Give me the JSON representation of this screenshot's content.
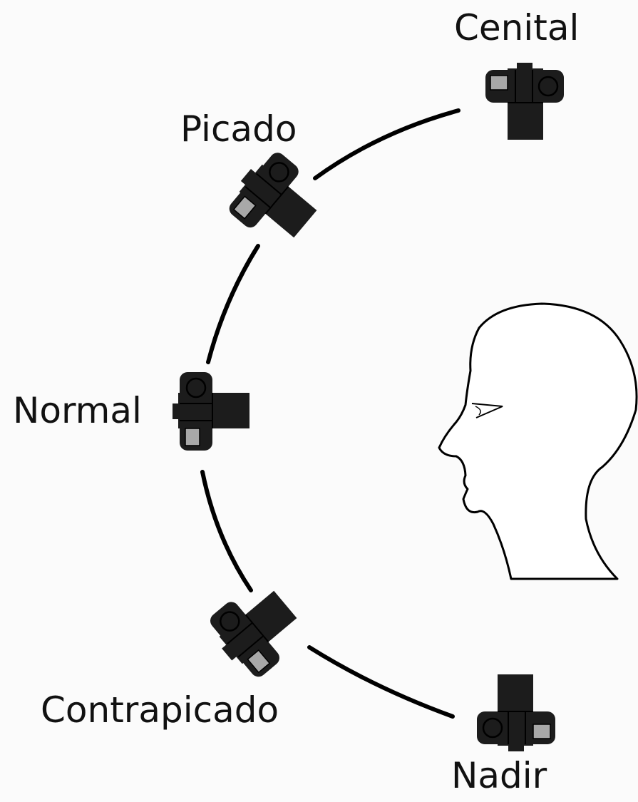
{
  "labels": {
    "cenital": "Cenital",
    "picado": "Picado",
    "normal": "Normal",
    "contrapicado": "Contrapicado",
    "nadir": "Nadir"
  },
  "icons": {
    "camera": "camera-icon",
    "head": "head-profile-icon"
  },
  "colors": {
    "background": "#fbfbfb",
    "ink": "#111111",
    "camera_body": "#1c1c1c",
    "viewfinder": "#a8a8a8"
  }
}
